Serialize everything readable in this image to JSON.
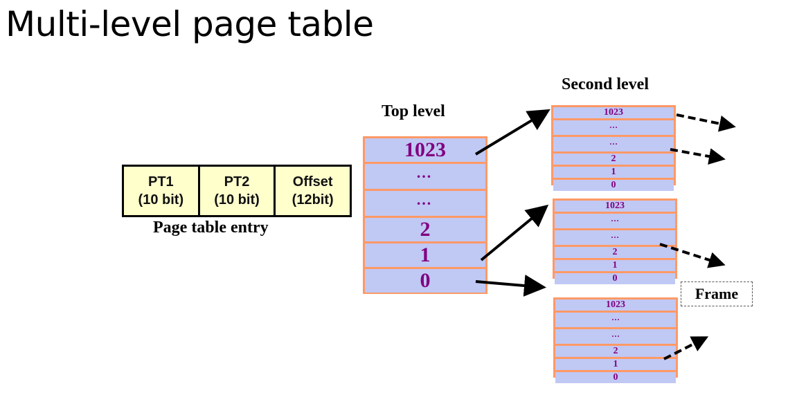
{
  "title": "Multi-level page table",
  "page_table_entry": {
    "fields": [
      {
        "name": "PT1",
        "size": "(10 bit)"
      },
      {
        "name": "PT2",
        "size": "(10 bit)"
      },
      {
        "name": "Offset",
        "size": "(12bit)"
      }
    ],
    "caption": "Page table entry"
  },
  "top_level": {
    "label": "Top level",
    "entries": [
      "1023",
      "…",
      "…",
      "2",
      "1",
      "0"
    ]
  },
  "second_level": {
    "label": "Second level",
    "tables": [
      {
        "entries": [
          "1023",
          "…",
          "…",
          "2",
          "1",
          "0"
        ]
      },
      {
        "entries": [
          "1023",
          "…",
          "…",
          "2",
          "1",
          "0"
        ]
      },
      {
        "entries": [
          "1023",
          "…",
          "…",
          "2",
          "1",
          "0"
        ]
      }
    ]
  },
  "frame_label": "Frame",
  "colors": {
    "table_fill": "#c0c8f4",
    "table_border": "#ff9966",
    "entry_text": "#800080",
    "pte_fill": "#ffffcc"
  }
}
